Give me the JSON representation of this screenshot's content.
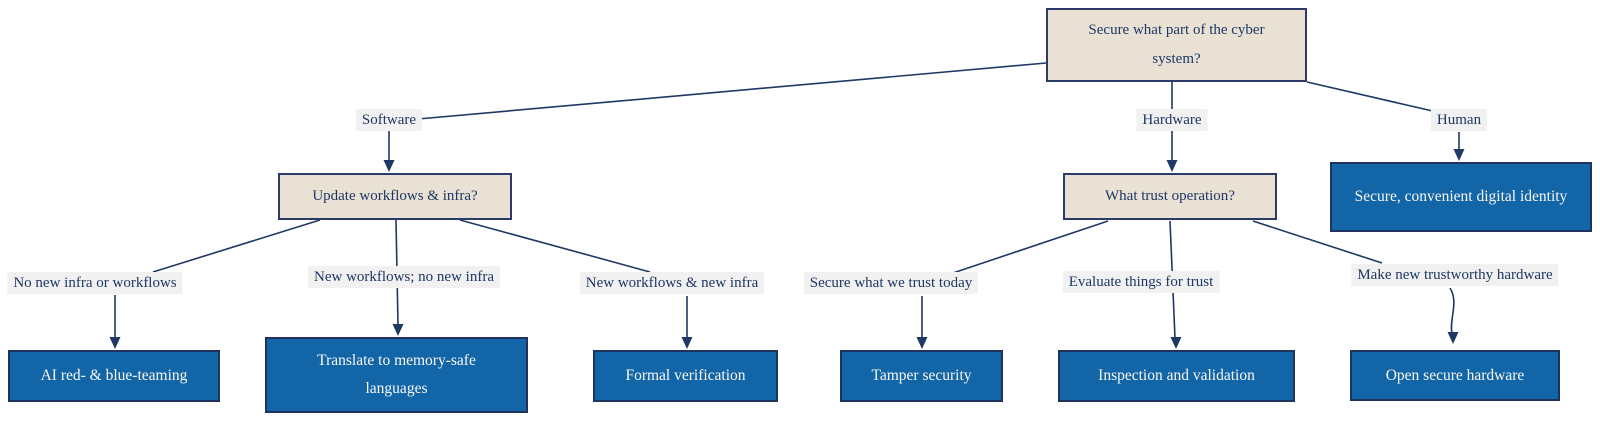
{
  "colors": {
    "canvas-bg": "#ffffff",
    "decision-fill": "#e9e1d4",
    "decision-border": "#2b3a68",
    "leaf-fill": "#1265a7",
    "leaf-border": "#20335f",
    "leaf-text": "#f8f7f3",
    "edge-line": "#203864",
    "label-bg": "#f1f1f1",
    "dark-text": "#1f3864"
  },
  "tree": {
    "root": "Secure what part of the cyber system?",
    "branches": [
      {
        "label": "Software",
        "question": "Update workflows & infra?",
        "children": [
          {
            "label": "No new infra or workflows",
            "outcome": "AI red- & blue-teaming"
          },
          {
            "label": "New workflows; no new infra",
            "outcome": "Translate to memory-safe languages"
          },
          {
            "label": "New workflows & new infra",
            "outcome": "Formal verification"
          }
        ]
      },
      {
        "label": "Hardware",
        "question": "What trust operation?",
        "children": [
          {
            "label": "Secure what we trust today",
            "outcome": "Tamper security"
          },
          {
            "label": "Evaluate things for trust",
            "outcome": "Inspection and validation"
          },
          {
            "label": "Make new trustworthy hardware",
            "outcome": "Open secure hardware"
          }
        ]
      },
      {
        "label": "Human",
        "outcome": "Secure, convenient digital identity"
      }
    ]
  }
}
